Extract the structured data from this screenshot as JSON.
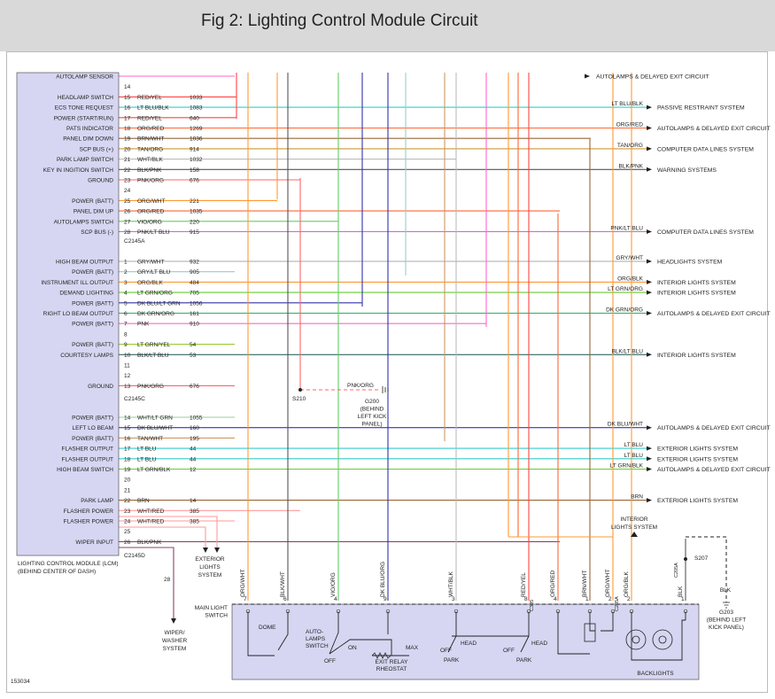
{
  "title": "Fig 2: Lighting Control Module Circuit",
  "figure_id": "153034",
  "module": {
    "label_line1": "LIGHTING CONTROL MODULE (LCM)",
    "label_line2": "(BEHIND CENTER OF DASH)",
    "connectors": [
      "C2145A",
      "C2145C",
      "C2145D"
    ]
  },
  "pins": [
    {
      "group": "A",
      "pin": "",
      "wire": "",
      "circuit": "",
      "func": "AUTOLAMP SENSOR",
      "color": "#ff66cc",
      "route": "AUTOLAMPS & DELAYED EXIT CIRCUIT"
    },
    {
      "group": "A",
      "pin": "14",
      "wire": "",
      "circuit": "",
      "func": "",
      "color": ""
    },
    {
      "group": "A",
      "pin": "15",
      "wire": "RED/YEL",
      "circuit": "1033",
      "func": "HEADLAMP SWITCH",
      "color": "#ff4444"
    },
    {
      "group": "A",
      "pin": "16",
      "wire": "LT BLU/BLK",
      "circuit": "1083",
      "func": "ECS TONE REQUEST",
      "color": "#33cccc",
      "label": "LT BLU/BLK",
      "dest": "PASSIVE RESTRAINT SYSTEM"
    },
    {
      "group": "A",
      "pin": "17",
      "wire": "RED/YEL",
      "circuit": "640",
      "func": "POWER (START/RUN)",
      "color": "#ff4444"
    },
    {
      "group": "A",
      "pin": "18",
      "wire": "ORG/RED",
      "circuit": "1269",
      "func": "PATS INDICATOR",
      "color": "#ff6633",
      "label": "ORG/RED",
      "dest": "AUTOLAMPS & DELAYED EXIT CIRCUIT"
    },
    {
      "group": "A",
      "pin": "19",
      "wire": "BRN/WHT",
      "circuit": "1036",
      "func": "PANEL DIM DOWN",
      "color": "#996633"
    },
    {
      "group": "A",
      "pin": "20",
      "wire": "TAN/ORG",
      "circuit": "914",
      "func": "SCP BUS (+)",
      "color": "#cc9933",
      "label": "TAN/ORG",
      "dest": "COMPUTER DATA LINES SYSTEM"
    },
    {
      "group": "A",
      "pin": "21",
      "wire": "WHT/BLK",
      "circuit": "1032",
      "func": "PARK LAMP SWITCH",
      "color": "#bbbbbb"
    },
    {
      "group": "A",
      "pin": "22",
      "wire": "BLK/PNK",
      "circuit": "158",
      "func": "KEY IN INGITION SWITCH",
      "color": "#555555",
      "label": "BLK/PNK",
      "dest": "WARNING SYSTEMS"
    },
    {
      "group": "A",
      "pin": "23",
      "wire": "PNK/ORG",
      "circuit": "676",
      "func": "GROUND",
      "color": "#ff6666"
    },
    {
      "group": "A",
      "pin": "24",
      "wire": "",
      "circuit": "",
      "func": "",
      "color": ""
    },
    {
      "group": "A",
      "pin": "25",
      "wire": "ORG/WHT",
      "circuit": "221",
      "func": "POWER (BATT)",
      "color": "#ff9933"
    },
    {
      "group": "A",
      "pin": "26",
      "wire": "ORG/RED",
      "circuit": "1035",
      "func": "PANEL DIM UP",
      "color": "#ff6633"
    },
    {
      "group": "A",
      "pin": "27",
      "wire": "VIO/ORG",
      "circuit": "220",
      "func": "AUTOLAMPS SWITCH",
      "color": "#66cc66"
    },
    {
      "group": "A",
      "pin": "28",
      "wire": "PNK/LT BLU",
      "circuit": "915",
      "func": "SCP BUS (-)",
      "color": "#cc66cc",
      "label": "PNK/LT BLU",
      "dest": "COMPUTER DATA LINES SYSTEM"
    },
    {
      "group": "C",
      "pin": "1",
      "wire": "GRY/WHT",
      "circuit": "932",
      "func": "HIGH BEAM OUTPUT",
      "color": "#aaaaaa",
      "label": "GRY/WHT",
      "dest": "HEADLIGHTS SYSTEM"
    },
    {
      "group": "C",
      "pin": "2",
      "wire": "GRY/LT BLU",
      "circuit": "905",
      "func": "POWER (BATT)",
      "color": "#99cccc"
    },
    {
      "group": "C",
      "pin": "3",
      "wire": "ORG/BLK",
      "circuit": "484",
      "func": "INSTRUMENT ILL OUTPUT",
      "color": "#ff9933",
      "label": "ORG/BLK",
      "dest": "INTERIOR LIGHTS SYSTEM"
    },
    {
      "group": "C",
      "pin": "4",
      "wire": "LT GRN/ORG",
      "circuit": "705",
      "func": "DEMAND LIGHTING",
      "color": "#66cc33",
      "label": "LT GRN/ORG",
      "dest": "INTERIOR LIGHTS SYSTEM"
    },
    {
      "group": "C",
      "pin": "5",
      "wire": "DK BLU/LT GRN",
      "circuit": "1056",
      "func": "POWER (BATT)",
      "color": "#3333aa"
    },
    {
      "group": "C",
      "pin": "6",
      "wire": "DK GRN/ORG",
      "circuit": "161",
      "func": "RIGHT LO BEAM OUTPUT",
      "color": "#33aa66",
      "label": "DK GRN/ORG",
      "dest": "AUTOLAMPS & DELAYED EXIT CIRCUIT"
    },
    {
      "group": "C",
      "pin": "7",
      "wire": "PNK",
      "circuit": "910",
      "func": "POWER (BATT)",
      "color": "#ff66cc"
    },
    {
      "group": "C",
      "pin": "8",
      "wire": "",
      "circuit": "",
      "func": "",
      "color": ""
    },
    {
      "group": "C",
      "pin": "9",
      "wire": "LT GRN/YEL",
      "circuit": "54",
      "func": "POWER (BATT)",
      "color": "#99cc33"
    },
    {
      "group": "C",
      "pin": "10",
      "wire": "BLK/LT BLU",
      "circuit": "53",
      "func": "COURTESY LAMPS",
      "color": "#336666",
      "label": "BLK/LT BLU",
      "dest": "INTERIOR LIGHTS SYSTEM"
    },
    {
      "group": "C",
      "pin": "11",
      "wire": "",
      "circuit": "",
      "func": "",
      "color": ""
    },
    {
      "group": "C",
      "pin": "12",
      "wire": "",
      "circuit": "",
      "func": "",
      "color": ""
    },
    {
      "group": "C",
      "pin": "13",
      "wire": "PNK/ORG",
      "circuit": "676",
      "func": "GROUND",
      "color": "#ff6666"
    },
    {
      "group": "D",
      "pin": "14",
      "wire": "WHT/LT GRN",
      "circuit": "1055",
      "func": "POWER (BATT)",
      "color": "#99cc99"
    },
    {
      "group": "D",
      "pin": "15",
      "wire": "DK BLU/WHT",
      "circuit": "160",
      "func": "LEFT LO BEAM",
      "color": "#3333cc",
      "label": "DK BLU/WHT",
      "dest": "AUTOLAMPS & DELAYED EXIT CIRCUIT"
    },
    {
      "group": "D",
      "pin": "16",
      "wire": "TAN/WHT",
      "circuit": "195",
      "func": "POWER (BATT)",
      "color": "#cc9966"
    },
    {
      "group": "D",
      "pin": "17",
      "wire": "LT BLU",
      "circuit": "44",
      "func": "FLASHER OUTPUT",
      "color": "#33cccc",
      "label": "LT BLU",
      "dest": "EXTERIOR LIGHTS SYSTEM"
    },
    {
      "group": "D",
      "pin": "18",
      "wire": "LT BLU",
      "circuit": "44",
      "func": "FLASHER OUTPUT",
      "color": "#33cccc",
      "label": "LT BLU",
      "dest": "EXTERIOR LIGHTS SYSTEM"
    },
    {
      "group": "D",
      "pin": "19",
      "wire": "LT GRN/BLK",
      "circuit": "12",
      "func": "HIGH BEAM SWITCH",
      "color": "#66cc33",
      "label": "LT GRN/BLK",
      "dest": "AUTOLAMPS & DELAYED EXIT CIRCUIT"
    },
    {
      "group": "D",
      "pin": "20",
      "wire": "",
      "circuit": "",
      "func": "",
      "color": ""
    },
    {
      "group": "D",
      "pin": "21",
      "wire": "",
      "circuit": "",
      "func": "",
      "color": ""
    },
    {
      "group": "D",
      "pin": "22",
      "wire": "BRN",
      "circuit": "14",
      "func": "PARK LAMP",
      "color": "#996633",
      "label": "BRN",
      "dest": "EXTERIOR LIGHTS SYSTEM"
    },
    {
      "group": "D",
      "pin": "23",
      "wire": "WHT/RED",
      "circuit": "385",
      "func": "FLASHER POWER",
      "color": "#ff9999"
    },
    {
      "group": "D",
      "pin": "24",
      "wire": "WHT/RED",
      "circuit": "385",
      "func": "FLASHER POWER",
      "color": "#ff9999"
    },
    {
      "group": "D",
      "pin": "25",
      "wire": "",
      "circuit": "",
      "func": "",
      "color": ""
    },
    {
      "group": "D",
      "pin": "26",
      "wire": "BLK/PNK",
      "circuit": "",
      "func": "WIPER INPUT",
      "color": "#884466"
    }
  ],
  "labels": {
    "s210": "S210",
    "s207": "S207",
    "g200": [
      "G200",
      "(BEHIND",
      "LEFT KICK",
      "PANEL)"
    ],
    "g203": [
      "G203",
      "(BEHIND LEFT",
      "KICK PANEL)"
    ],
    "pnk_org": "PNK/ORG",
    "exterior_lights": [
      "EXTERIOR",
      "LIGHTS",
      "SYSTEM"
    ],
    "interior_lights": [
      "INTERIOR",
      "LIGHTS SYSTEM"
    ],
    "wiper": [
      "WIPER/",
      "WASHER",
      "SYSTEM"
    ],
    "wiper_circuit": "28",
    "main_light_switch": [
      "MAIN LIGHT",
      "SWITCH"
    ],
    "dome": "DOME",
    "autolamps_switch": [
      "AUTO-",
      "LAMPS",
      "SWITCH"
    ],
    "off": "OFF",
    "on": "ON",
    "max": "MAX",
    "exit_relay": [
      "EXIT RELAY",
      "RHEOSTAT"
    ],
    "head": "HEAD",
    "park": "PARK",
    "backlights": "BACKLIGHTS",
    "c305": "C305",
    "c205a": "C205A",
    "c205b": "C205A",
    "blk": "BLK"
  },
  "switch_pins": [
    {
      "num": "7",
      "wire": "ORG/WHT"
    },
    {
      "num": "6",
      "wire": "BLK/WHT"
    },
    {
      "num": "4",
      "wire": "VIO/ORG"
    },
    {
      "num": "9",
      "wire": "DK BLU/ORG"
    },
    {
      "num": "3",
      "wire": "WHT/BLK"
    },
    {
      "num": "8",
      "wire": "RED/YEL"
    },
    {
      "num": "4",
      "wire": "ORG/RED"
    },
    {
      "num": "1",
      "wire": "BRN/WHT"
    },
    {
      "num": "2",
      "wire": "ORG/WHT"
    },
    {
      "num": "2",
      "wire": "ORG/BLK"
    },
    {
      "num": "1",
      "wire": "BLK"
    }
  ]
}
